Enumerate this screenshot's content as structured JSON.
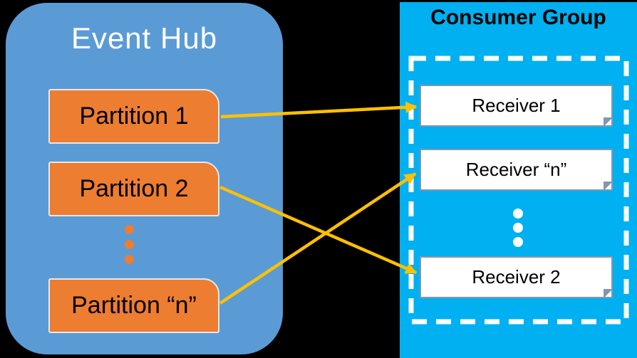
{
  "event_hub": {
    "title": "Event Hub",
    "partitions": [
      {
        "label": "Partition 1"
      },
      {
        "label": "Partition 2"
      },
      {
        "label": "Partition “n”"
      }
    ],
    "has_ellipsis": true
  },
  "consumer_group": {
    "title": "Consumer Group",
    "receivers": [
      {
        "label": "Receiver 1"
      },
      {
        "label": "Receiver “n”"
      },
      {
        "label": "Receiver 2"
      }
    ],
    "has_ellipsis": true
  },
  "connections": [
    {
      "from": "Partition 1",
      "to": "Receiver 1"
    },
    {
      "from": "Partition 2",
      "to": "Receiver 2"
    },
    {
      "from": "Partition “n”",
      "to": "Receiver “n”"
    }
  ],
  "colors": {
    "background": "#000000",
    "event_hub_fill": "#5B9BD5",
    "event_hub_title": "#FFFFFF",
    "partition_fill": "#ED7D31",
    "partition_border": "#E8E8E8",
    "partition_text": "#000000",
    "ellipsis_orange": "#ED7D31",
    "consumer_fill": "#00B0F0",
    "consumer_title": "#000000",
    "receiver_fill": "#FFFFFF",
    "receiver_border": "#8496B0",
    "receiver_text": "#000000",
    "dashed_boundary": "#FFFFFF",
    "ellipsis_white": "#FFFFFF",
    "arrow": "#FFC000"
  }
}
